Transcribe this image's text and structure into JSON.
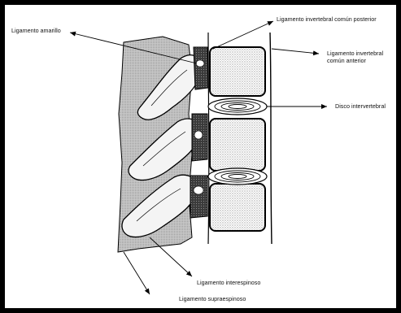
{
  "labels": {
    "ligamento_amarillo": "Ligamento amarillo",
    "posterior": "Ligamento invertebral común posterior",
    "anterior_line1": "Ligamento invertebral",
    "anterior_line2": "común anterior",
    "disco": "Disco intervertebral",
    "interespinoso": "Ligamento interespinoso",
    "supraespinoso": "Ligamento supraespinoso"
  }
}
